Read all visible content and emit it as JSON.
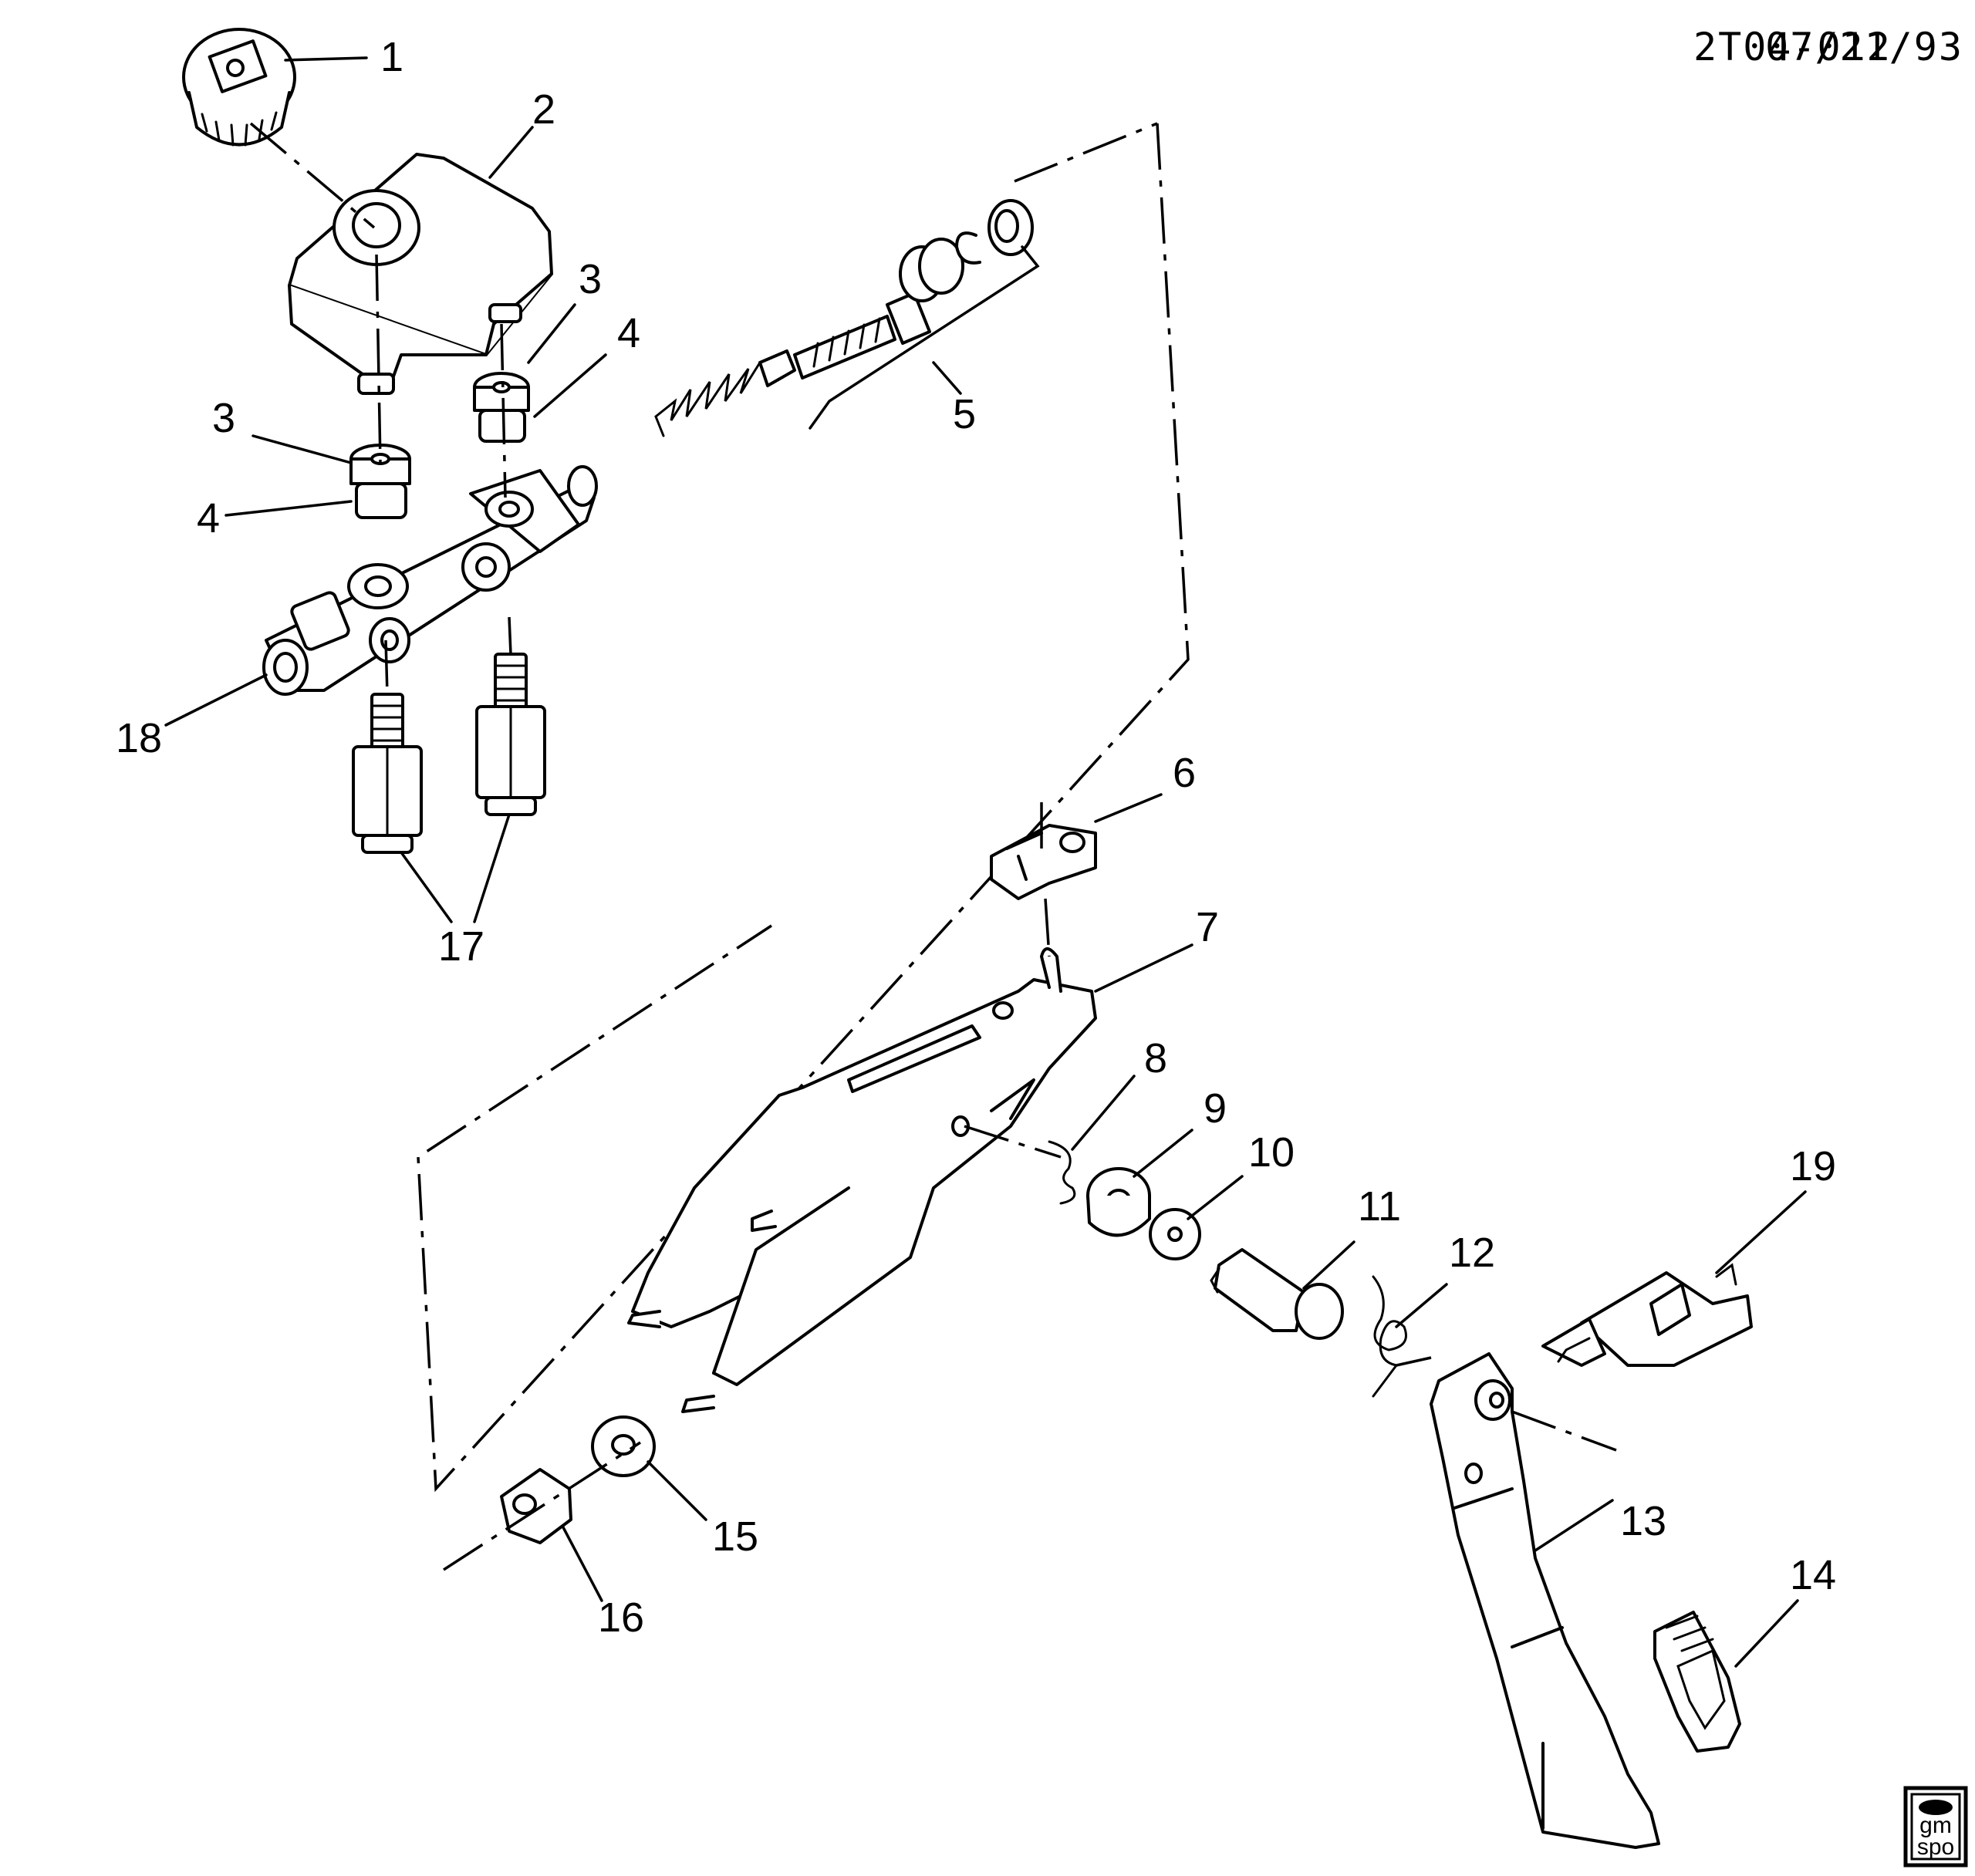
{
  "header": {
    "diagram_code": "2T04-012",
    "date": "07/21/93"
  },
  "logo": {
    "line1": "gm",
    "line2": "spo"
  },
  "callouts": [
    "1",
    "2",
    "3",
    "3",
    "4",
    "4",
    "5",
    "6",
    "7",
    "8",
    "9",
    "10",
    "11",
    "12",
    "13",
    "14",
    "15",
    "16",
    "17",
    "18",
    "19"
  ]
}
